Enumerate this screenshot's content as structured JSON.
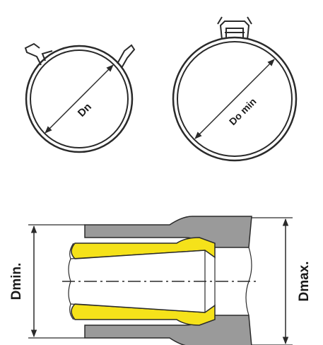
{
  "diagram": {
    "clamp_spring": {
      "label": "Dn"
    },
    "clamp_wire": {
      "label": "Do min"
    },
    "hose_section": {
      "left_label": "Dmin.",
      "right_label": "Dmax."
    }
  },
  "colors": {
    "line": "#2a2a2a",
    "wall_gray": "#9a9a9a",
    "insert_yellow": "#f5e21a",
    "background": "#ffffff"
  }
}
